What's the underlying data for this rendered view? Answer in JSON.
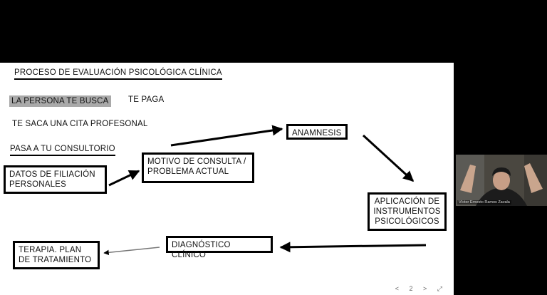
{
  "slide": {
    "title": "PROCESO DE EVALUACIÓN PSICOLÓGICA CLÍNICA",
    "line1_highlight": "LA PERSONA TE BUSCA",
    "line1_extra": "TE PAGA",
    "line2": "TE SACA UNA CITA PROFESONAL",
    "line3": "PASA A TU CONSULTORIO",
    "boxes": {
      "datos": "DATOS DE FILIACIÓN PERSONALES",
      "motivo": "MOTIVO DE CONSULTA / PROBLEMA ACTUAL",
      "anamnesis": "ANAMNESIS",
      "aplicacion": "APLICACIÓN DE INSTRUMENTOS PSICOLÓGICOS",
      "diagnostico": "DIAGNÓSTICO CLÍNICO",
      "terapia": "TERAPIA. PLAN DE TRATAMIENTO"
    },
    "controls": "< 2 > ⤢"
  },
  "participant": {
    "name": "Víctor Ernesto Ramos Zavala"
  }
}
